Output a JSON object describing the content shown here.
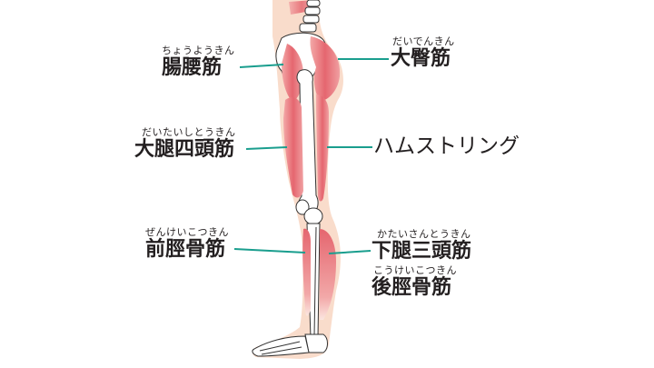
{
  "diagram": {
    "subject": "leg muscles (side view)",
    "leader_line_color": "#1a9e8e",
    "muscle_color": "#e8737a",
    "skin_color": "#f7d3bd",
    "bone_color": "#ffffff",
    "labels": {
      "iliopsoas": {
        "ruby": "ちょうようきん",
        "name": "腸腰筋"
      },
      "gluteus_maximus": {
        "ruby": "だいでんきん",
        "name": "大臀筋"
      },
      "quadriceps": {
        "ruby": "だいたいしとうきん",
        "name": "大腿四頭筋"
      },
      "hamstrings": {
        "ruby": "",
        "name": "ハムストリング"
      },
      "tibialis_anterior": {
        "ruby": "ぜんけいこつきん",
        "name": "前脛骨筋"
      },
      "triceps_surae": {
        "ruby": "かたいさんとうきん",
        "name": "下腿三頭筋"
      },
      "tibialis_posterior": {
        "ruby": "こうけいこつきん",
        "name": "後脛骨筋"
      }
    }
  }
}
